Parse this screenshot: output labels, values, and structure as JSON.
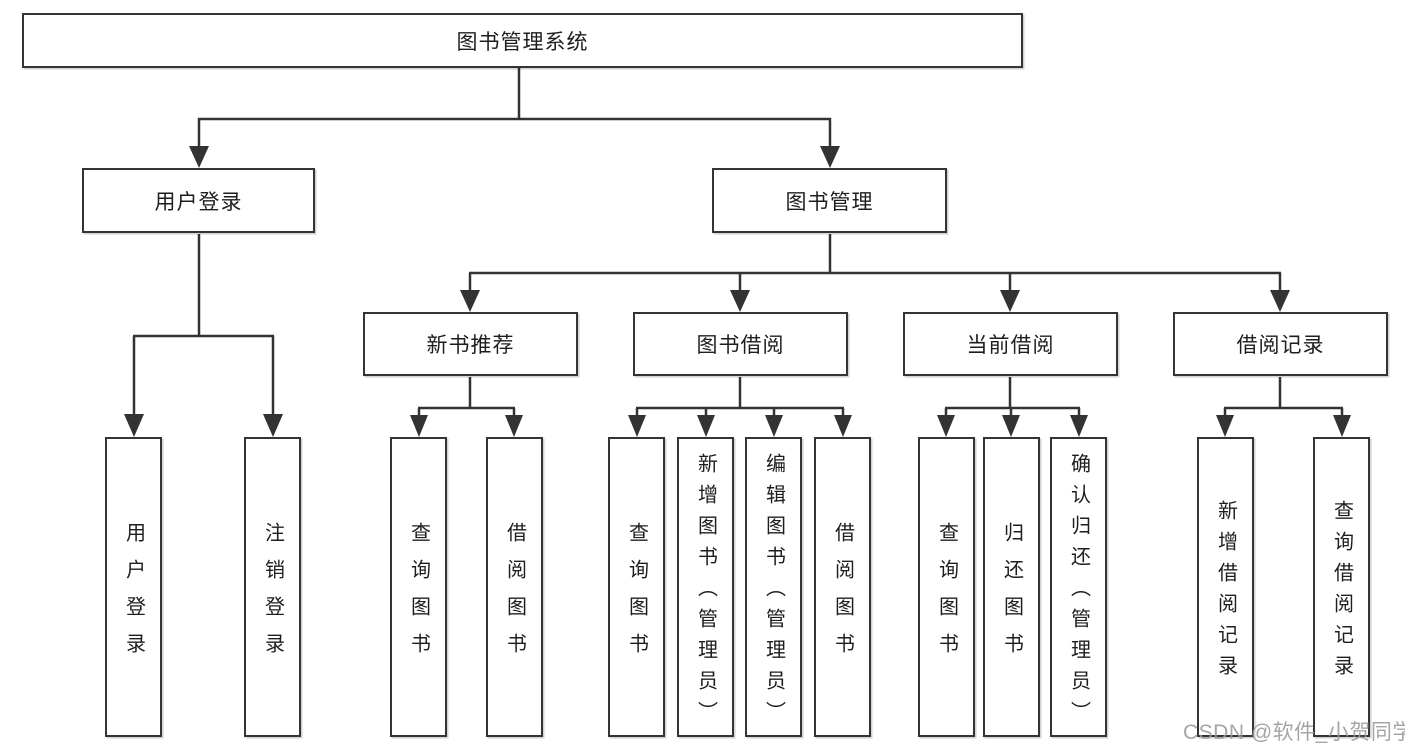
{
  "diagram": {
    "root": {
      "label": "图书管理系统",
      "children": [
        {
          "label": "用户登录",
          "children": [
            {
              "label": "用户登录"
            },
            {
              "label": "注销登录"
            }
          ]
        },
        {
          "label": "图书管理",
          "children": [
            {
              "label": "新书推荐",
              "children": [
                {
                  "label": "查询图书"
                },
                {
                  "label": "借阅图书"
                }
              ]
            },
            {
              "label": "图书借阅",
              "children": [
                {
                  "label": "查询图书"
                },
                {
                  "label": "新增图书（管理员）"
                },
                {
                  "label": "编辑图书（管理员）"
                },
                {
                  "label": "借阅图书"
                }
              ]
            },
            {
              "label": "当前借阅",
              "children": [
                {
                  "label": "查询图书"
                },
                {
                  "label": "归还图书"
                },
                {
                  "label": "确认归还（管理员）"
                }
              ]
            },
            {
              "label": "借阅记录",
              "children": [
                {
                  "label": "新增借阅记录"
                },
                {
                  "label": "查询借阅记录"
                }
              ]
            }
          ]
        }
      ]
    },
    "line_color": "#333333",
    "box_border_color": "#343434",
    "background_color": "#ffffff"
  },
  "watermark": {
    "text": "CSDN @软件_小贺同学"
  }
}
